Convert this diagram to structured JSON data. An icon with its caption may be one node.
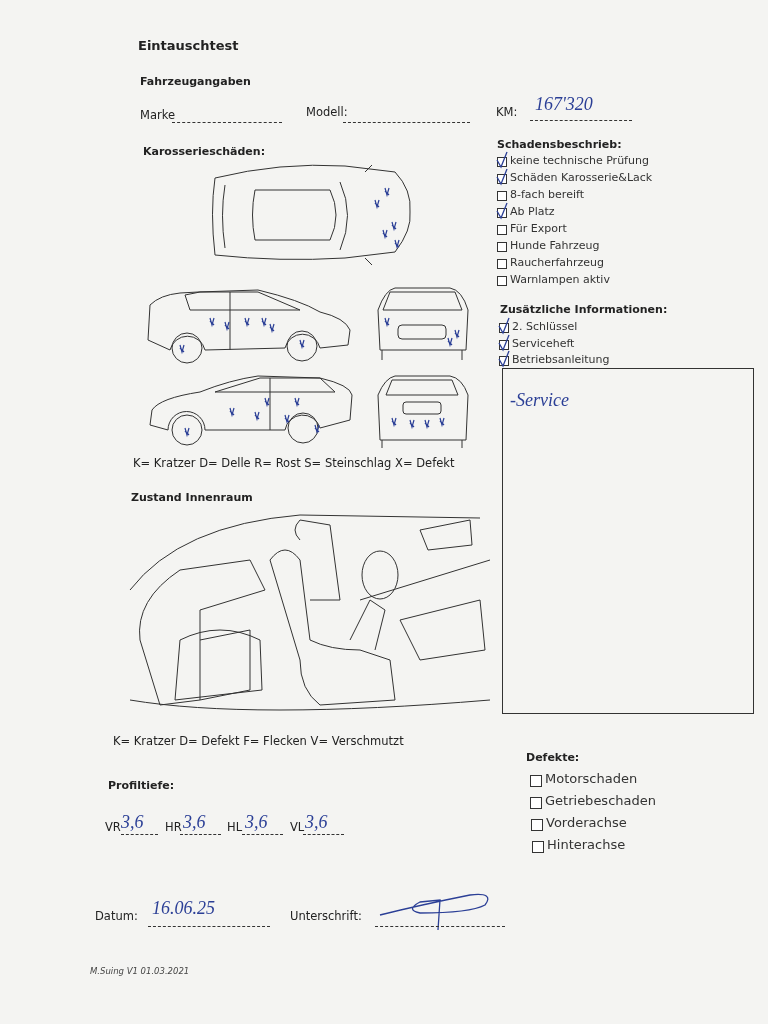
{
  "diagram": {
    "labels": [
      "Eintauschtest",
      "Fahrzeugangaben",
      "Marke",
      "Modell:",
      "KM:",
      "167'320",
      "Karosserieschäden:",
      "Schadensbeschrieb:",
      "keine technische Prüfung",
      "Schäden Karosserie&Lack",
      "8-fach bereift",
      "Ab Platz",
      "Für Export",
      "Hunde Fahrzeug",
      "Raucherfahrzeug",
      "Warnlampen aktiv",
      "Zusätzliche Informationen:",
      "2. Schlüssel",
      "Serviceheft",
      "Betriebsanleitung",
      "-Service",
      "K= Kratzer D= Delle R= Rost S= Steinschlag X= Defekt",
      "Zustand Innenraum",
      "K= Kratzer D= Defekt F= Flecken V= Verschmutzt",
      "Profiltiefe:",
      "VR",
      "3,6",
      "HR",
      "3,6",
      "HL",
      "3,6",
      "VL",
      "3,6",
      "Defekte:",
      "Motorschaden",
      "Getriebeschaden",
      "Vorderachse",
      "Hinterachse",
      "Datum:",
      "16.06.25",
      "Unterschrift:",
      "M.Suing V1 01.03.2021"
    ]
  }
}
